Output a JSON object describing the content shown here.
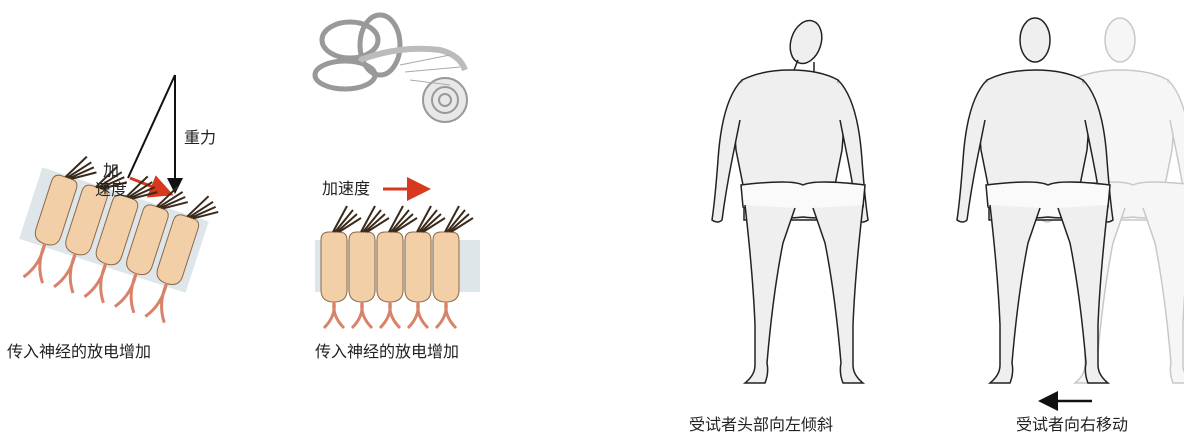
{
  "panel_tilt": {
    "gravity_label": "重力",
    "accel_label_line1": "加",
    "accel_label_line2": "速度",
    "caption": "传入神经的放电增加"
  },
  "panel_linear": {
    "accel_label": "加速度",
    "caption": "传入神经的放电增加"
  },
  "panel_head_tilt": {
    "caption": "受试者头部向左倾斜"
  },
  "panel_move_right": {
    "caption": "受试者向右移动"
  },
  "colors": {
    "arrow_red": "#d7391f",
    "hair_cell": "#f3cfa8",
    "nerve": "#d9826a",
    "membrane": "#dfe6ea",
    "body_fill": "#efefef",
    "ghost_fill": "#f6f6f6"
  }
}
